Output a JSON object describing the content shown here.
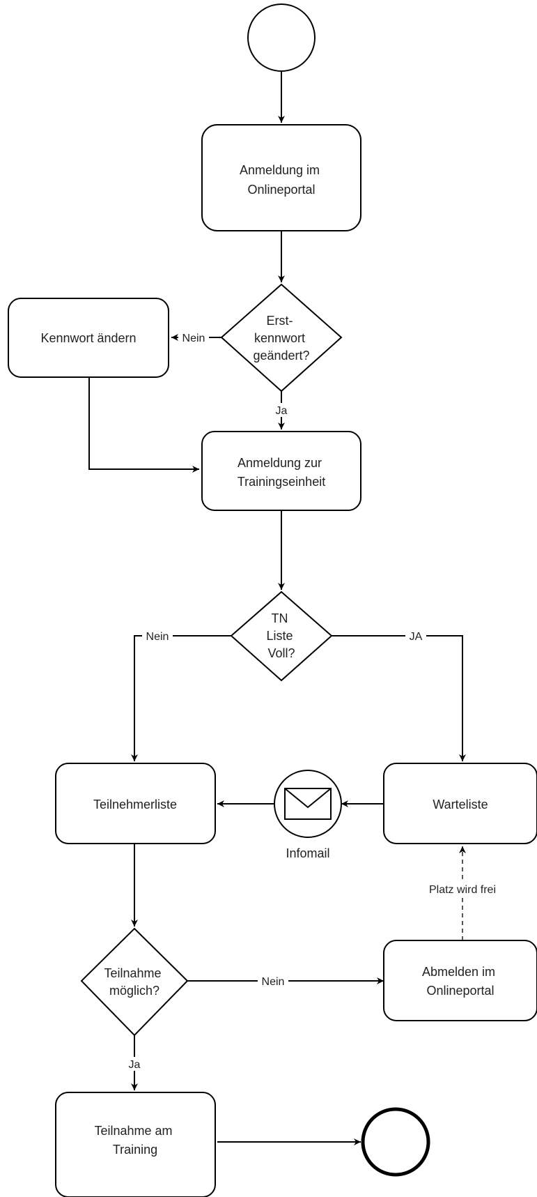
{
  "nodes": {
    "anmeldung_portal": [
      "Anmeldung im",
      "Onlineportal"
    ],
    "erstkennwort": [
      "Erst-",
      "kennwort",
      "geändert?"
    ],
    "kennwort_aendern": [
      "Kennwort ändern"
    ],
    "anmeldung_training": [
      "Anmeldung zur",
      "Trainingseinheit"
    ],
    "tn_liste": [
      "TN",
      "Liste",
      "Voll?"
    ],
    "teilnehmerliste": [
      "Teilnehmerliste"
    ],
    "warteliste": [
      "Warteliste"
    ],
    "infomail": "Infomail",
    "teilnahme_moeglich": [
      "Teilnahme",
      "möglich?"
    ],
    "abmelden": [
      "Abmelden im",
      "Onlineportal"
    ],
    "teilnahme_training": [
      "Teilnahme am",
      "Training"
    ]
  },
  "edges": {
    "nein_kennwort": "Nein",
    "ja_kennwort": "Ja",
    "nein_tn": "Nein",
    "ja_tn": "JA",
    "platz_frei": "Platz wird frei",
    "nein_teilnahme": "Nein",
    "ja_teilnahme": "Ja"
  }
}
